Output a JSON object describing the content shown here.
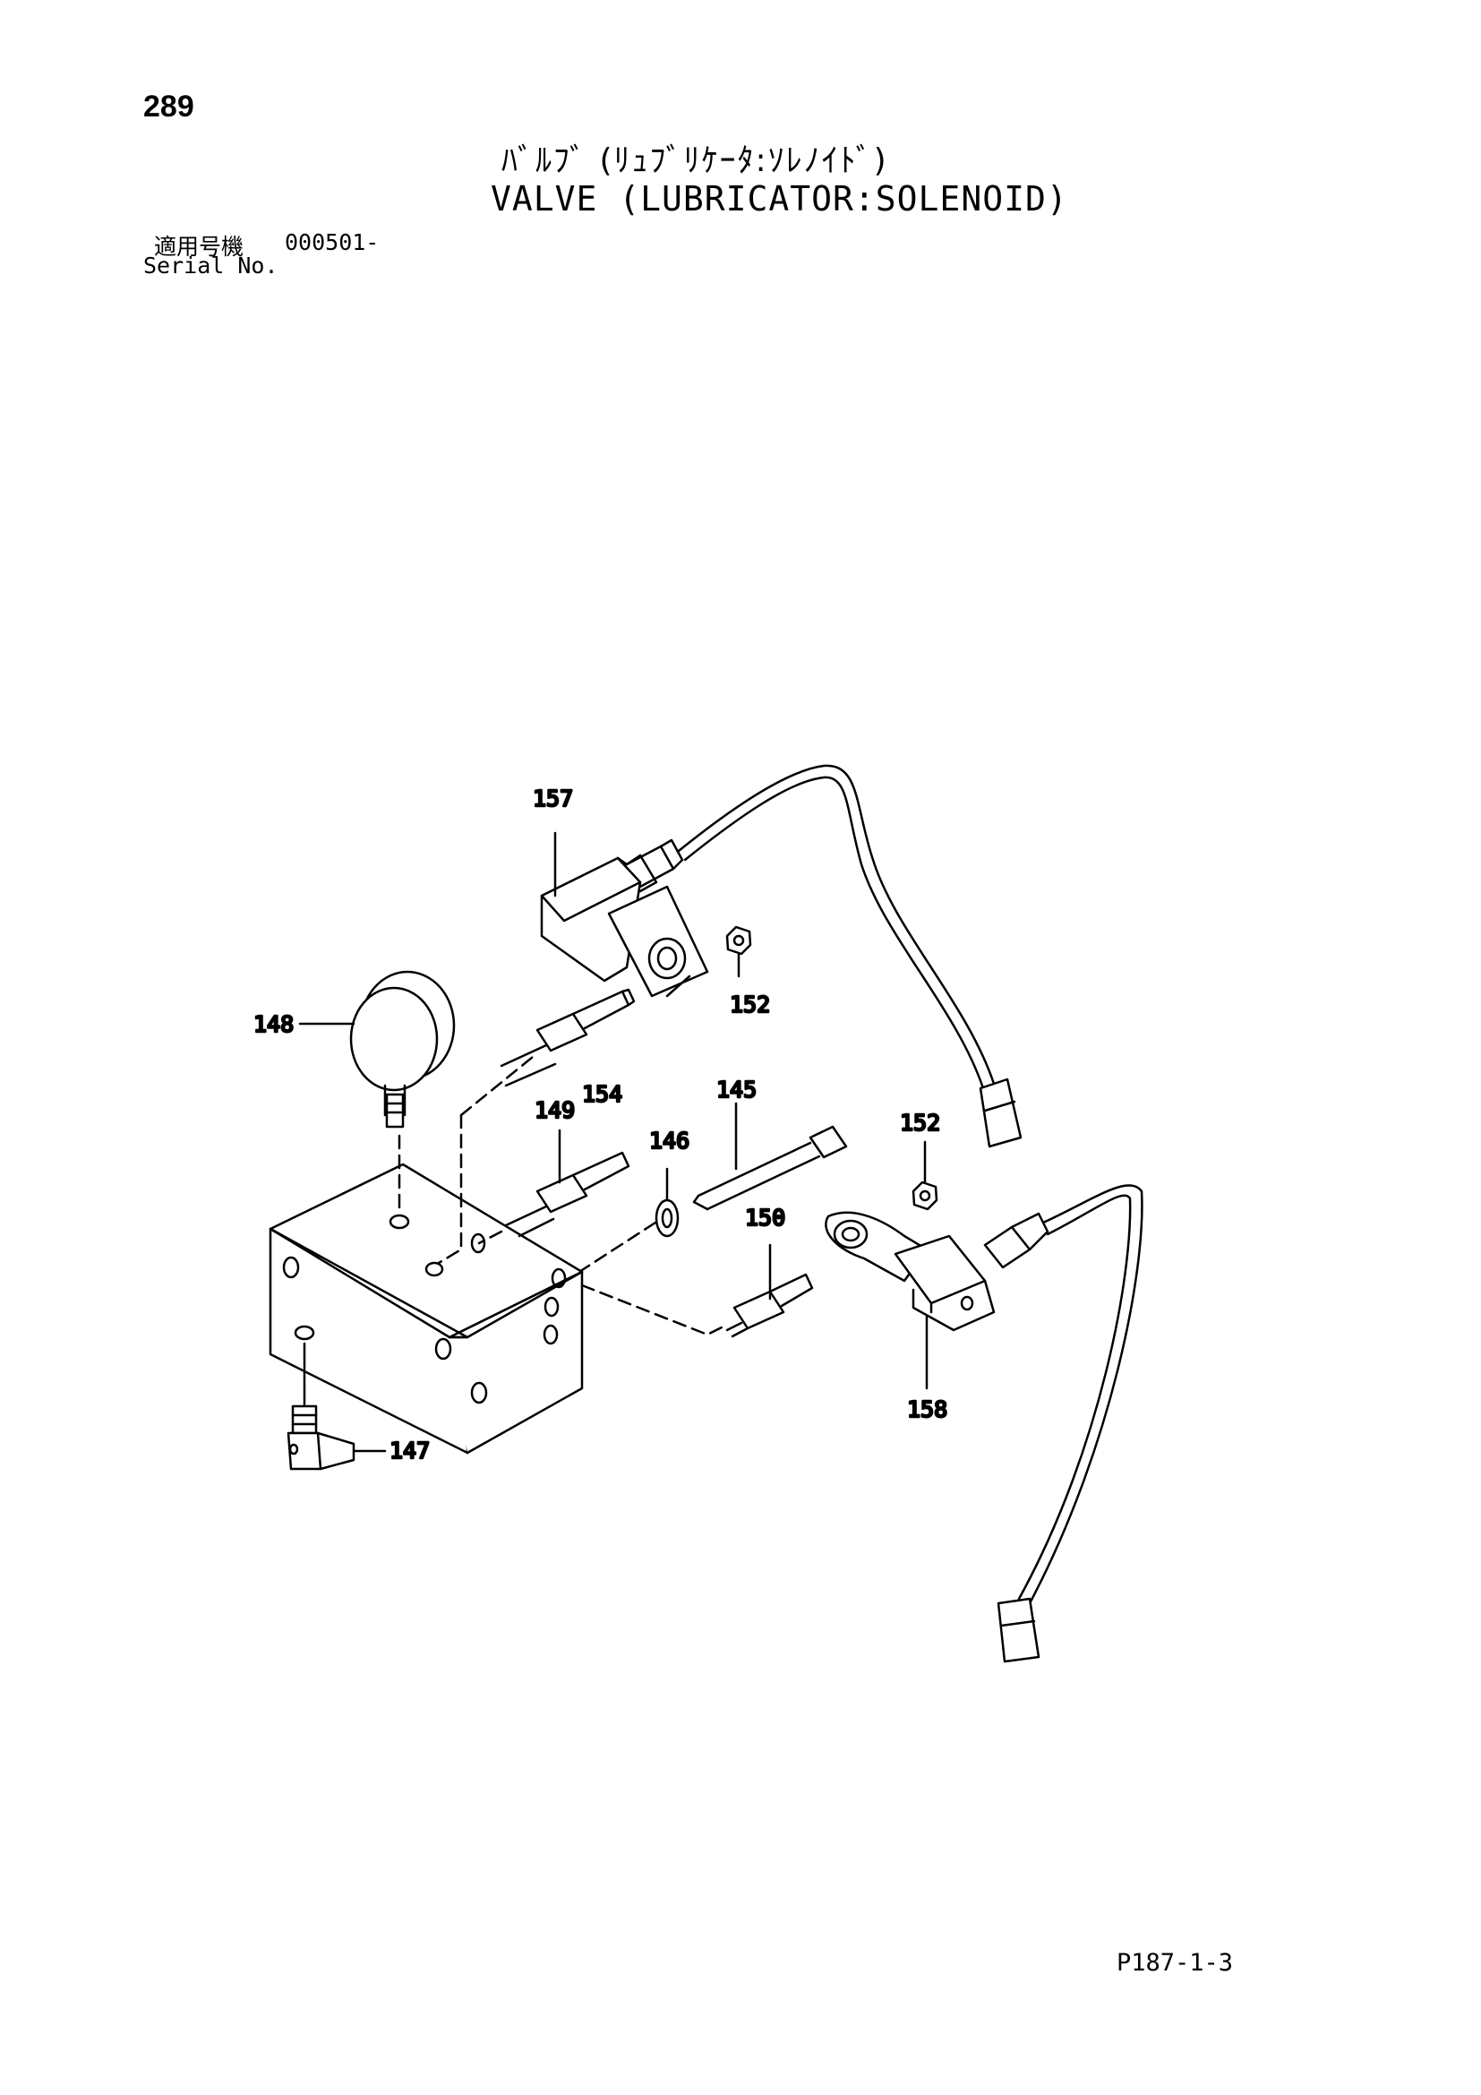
{
  "header": {
    "page_number": "289",
    "title_jp": "ﾊﾞﾙﾌﾞ (ﾘｭﾌﾞﾘｹｰﾀ:ｿﾚﾉｲﾄﾞ)",
    "title_en": "VALVE (LUBRICATOR:SOLENOID)"
  },
  "serial": {
    "label_jp": "適用号機",
    "value": "000501-",
    "label_en": "Serial No."
  },
  "callouts": {
    "c157": "157",
    "c152a": "152",
    "c148": "148",
    "c154": "154",
    "c149": "149",
    "c145": "145",
    "c146": "146",
    "c152b": "152",
    "c150": "150",
    "c158": "158",
    "c147": "147"
  },
  "footer": {
    "page_ref": "P187-1-3"
  }
}
